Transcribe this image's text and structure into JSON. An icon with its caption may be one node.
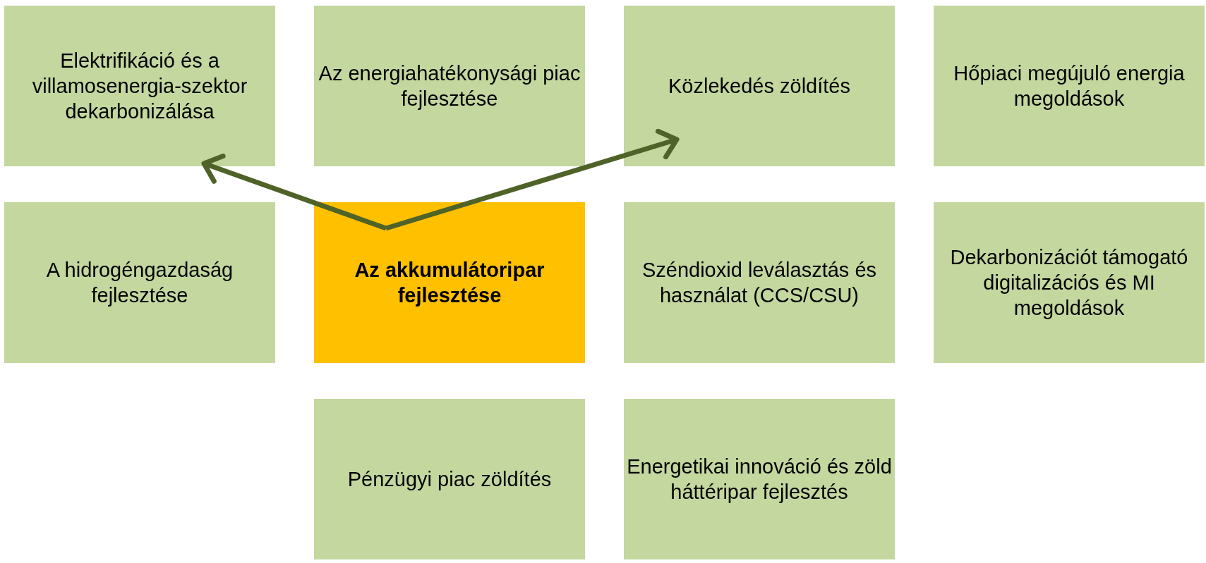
{
  "diagram": {
    "nodes": [
      {
        "text": [
          "Elektrifikáció és a villamosenergia-szektor dekarbonizálása"
        ]
      },
      {
        "text": [
          "Az energiahatékonysági piac fejlesztése"
        ]
      },
      {
        "text": [
          "Közlekedés zöldítés"
        ]
      },
      {
        "text": [
          "Hőpiaci megújuló energia megoldások"
        ]
      },
      {
        "text": [
          "A hidrogéngazdaság fejlesztése"
        ]
      },
      {
        "text": [
          "Az akkumulátoripar fejlesztése"
        ]
      },
      {
        "text": [
          "Széndioxid leválasztás és használat (CCS/CSU)"
        ]
      },
      {
        "text": [
          "Dekarbonizációt támogató digitalizációs és MI megoldások"
        ]
      },
      {
        "text": [
          "Pénzügyi piac zöldítés"
        ]
      },
      {
        "text": [
          "Energetikai innováció és zöld háttéripar fejlesztés"
        ]
      }
    ],
    "edges": [
      {
        "from": 5,
        "to": 0,
        "arrow": "to"
      },
      {
        "from": 5,
        "to": 2,
        "arrow": "to"
      }
    ]
  }
}
